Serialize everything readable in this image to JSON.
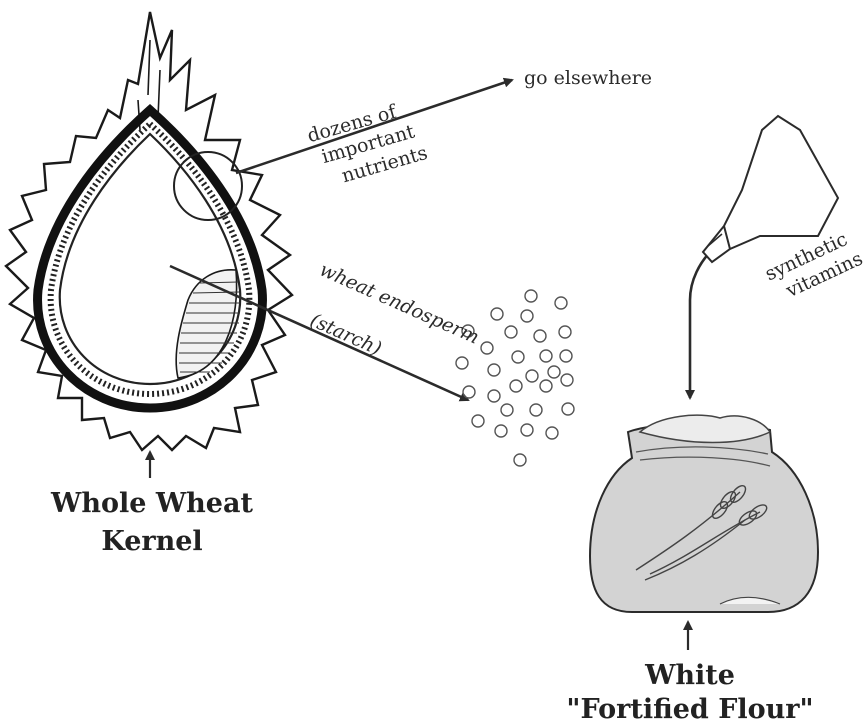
{
  "diagram": {
    "kernel_label": [
      "Whole Wheat",
      "Kernel"
    ],
    "nutrients_label": [
      "dozens of",
      "important",
      "nutrients"
    ],
    "go_elsewhere": "go elsewhere",
    "endosperm_label": [
      "wheat endosperm",
      "(starch)"
    ],
    "synthetic_label": [
      "synthetic",
      "vitamins"
    ],
    "flour_label": [
      "White",
      "\"Fortified Flour\""
    ]
  }
}
